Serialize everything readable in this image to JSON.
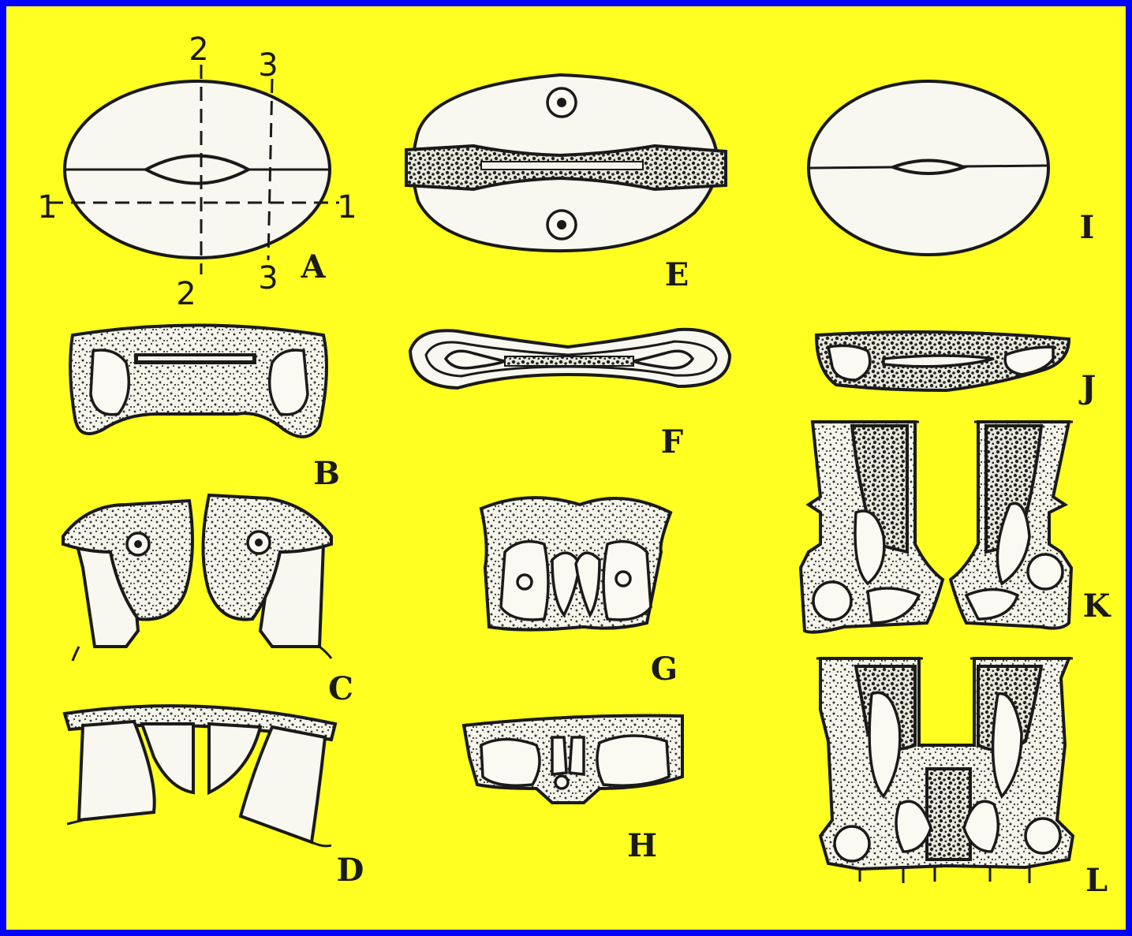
{
  "figure": {
    "labels": {
      "A": "A",
      "B": "B",
      "C": "C",
      "D": "D",
      "E": "E",
      "F": "F",
      "G": "G",
      "H": "H",
      "I": "I",
      "J": "J",
      "K": "K",
      "L": "L"
    },
    "section_marks": [
      "1",
      "1",
      "2",
      "2",
      "3",
      "3"
    ]
  },
  "colors": {
    "border": "#0000ff",
    "background": "#ffff22",
    "ink": "#1a1a1a",
    "fill": "#f8f8f0"
  }
}
